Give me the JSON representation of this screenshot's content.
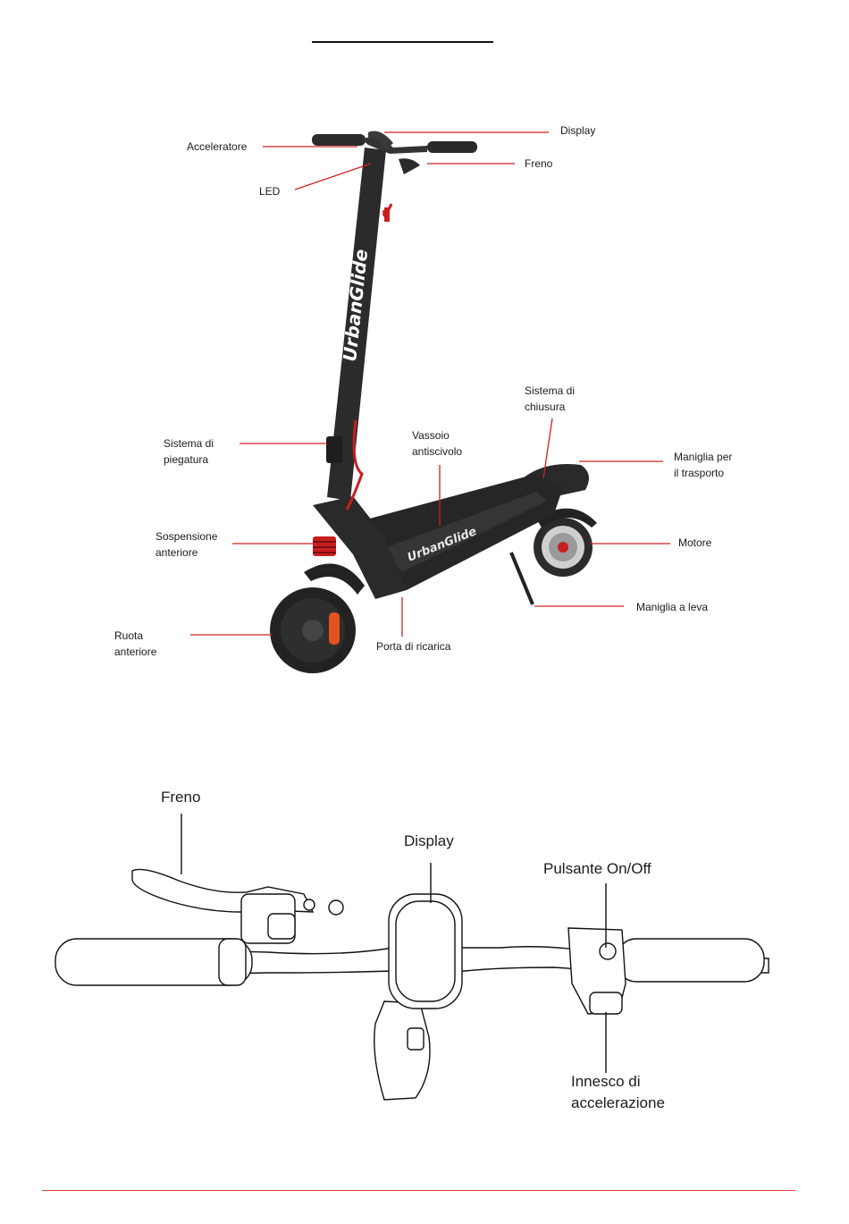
{
  "scooter_callouts": {
    "throttle": "Acceleratore",
    "display": "Display",
    "brake": "Freno",
    "led": "LED",
    "folding_system": "Sistema di\npiegatura",
    "locking_system": "Sistema di\nchiusura",
    "anti_slip_tray": "Vassoio\nantiscivolo",
    "carry_handle": "Maniglia per\nil trasporto",
    "front_suspension": "Sospensione\nanteriore",
    "motor": "Motore",
    "kickstand": "Maniglia a leva",
    "front_wheel": "Ruota\nanteriore",
    "charging_port": "Porta di ricarica"
  },
  "scooter_branding": {
    "stem_logo": "UrbanGlide",
    "deck_logo": "UrbanGlide"
  },
  "handlebar_callouts": {
    "brake": "Freno",
    "display": "Display",
    "power_button": "Pulsante On/Off",
    "throttle_trigger": "Innesco di\naccelerazione"
  },
  "colors": {
    "callout_line": "#d42020",
    "handlebar_line": "#111111",
    "accent_red": "#d11f1f",
    "scooter_body": "#2a2a2a",
    "footer_rule": "#e03a3a"
  }
}
